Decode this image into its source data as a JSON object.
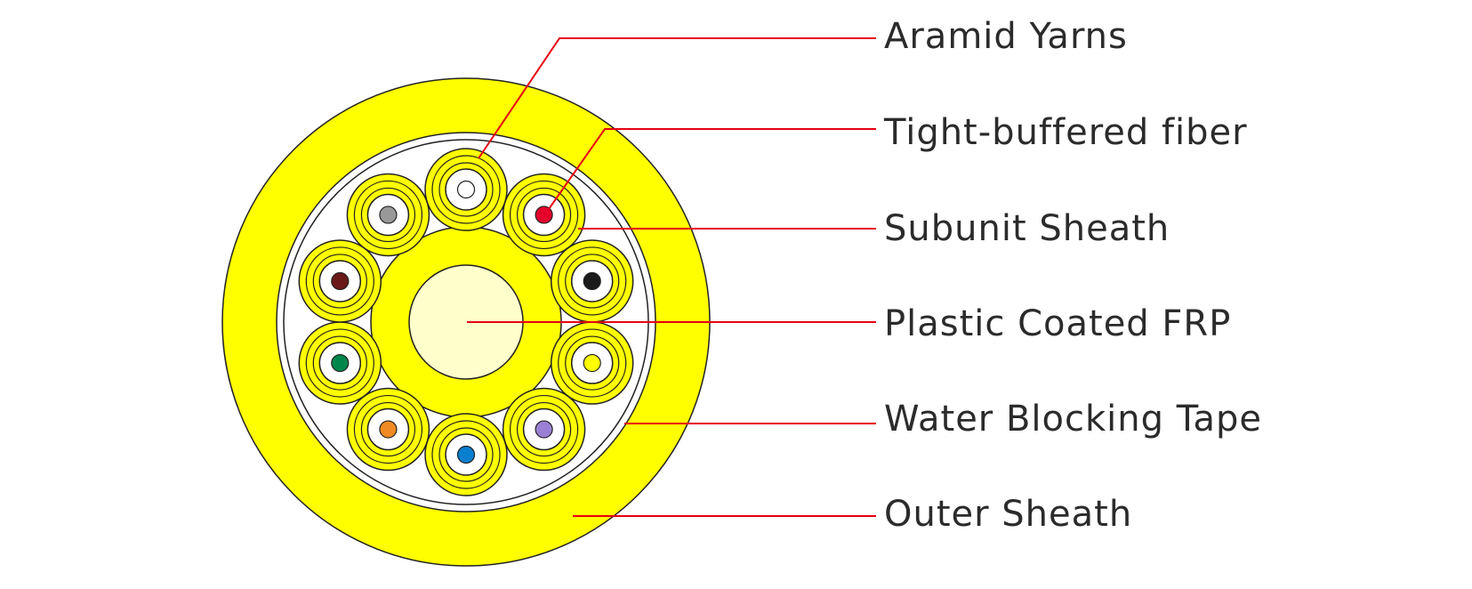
{
  "colors": {
    "sheath": "#ffff00",
    "frp_core": "#ffffcc",
    "fiber_inner": "#ffffff",
    "leader": "#e60012",
    "outline": "#222222",
    "text": "#2b2b2b"
  },
  "labels": [
    {
      "key": "aramid",
      "text": "Aramid Yarns"
    },
    {
      "key": "tight_buffered",
      "text": "Tight-buffered fiber"
    },
    {
      "key": "subunit_sheath",
      "text": "Subunit Sheath"
    },
    {
      "key": "frp",
      "text": "Plastic Coated FRP"
    },
    {
      "key": "water_blocking",
      "text": "Water Blocking Tape"
    },
    {
      "key": "outer_sheath",
      "text": "Outer Sheath"
    }
  ],
  "fiber_colors": [
    {
      "name": "white",
      "color": "#ffffff"
    },
    {
      "name": "red",
      "color": "#e4002b"
    },
    {
      "name": "black",
      "color": "#1a1a1a"
    },
    {
      "name": "yellow",
      "color": "#ffff00"
    },
    {
      "name": "violet",
      "color": "#9b7fd4"
    },
    {
      "name": "blue",
      "color": "#0a7fd0"
    },
    {
      "name": "orange",
      "color": "#f08a24"
    },
    {
      "name": "green",
      "color": "#00864a"
    },
    {
      "name": "brown",
      "color": "#6b1a1a"
    },
    {
      "name": "gray",
      "color": "#999999"
    }
  ]
}
